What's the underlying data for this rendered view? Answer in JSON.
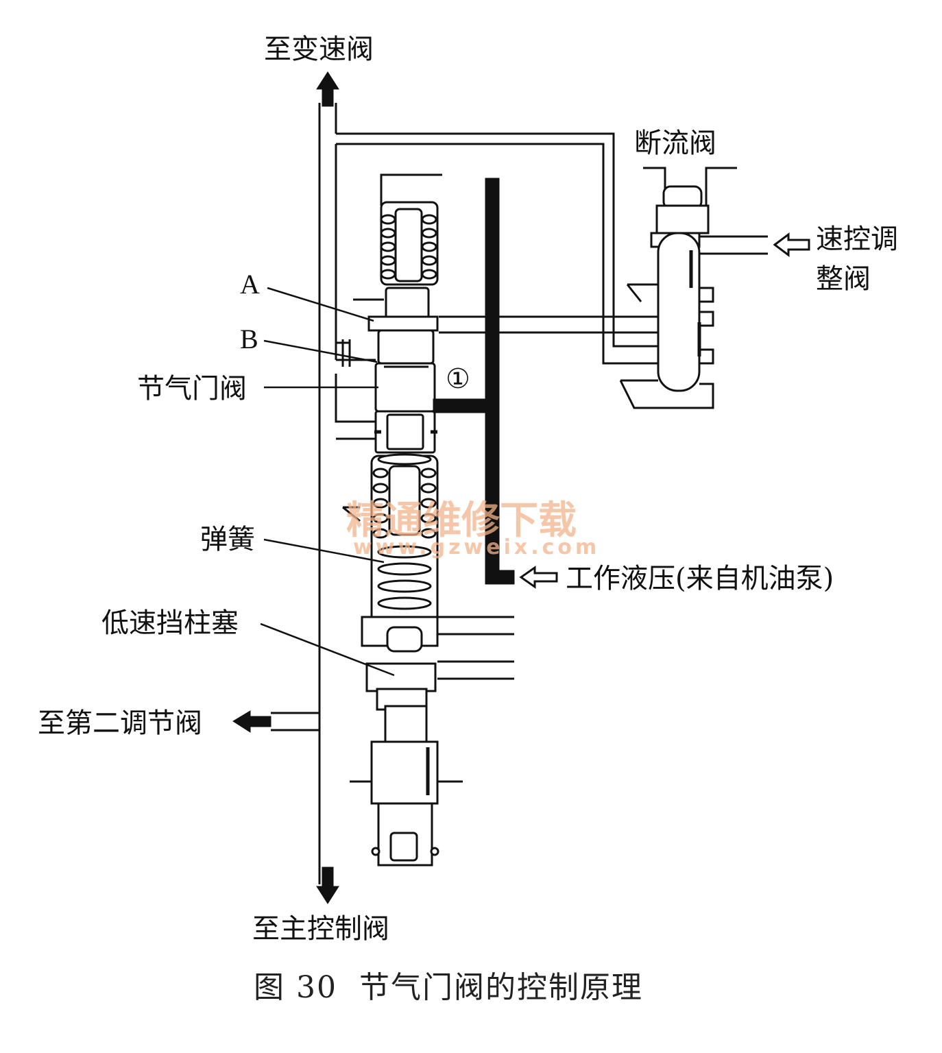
{
  "labels": {
    "to_shift_valve": "至变速阀",
    "cutoff_valve": "断流阀",
    "speed_governor_line1": "速控调",
    "speed_governor_line2": "整阀",
    "point_a": "A",
    "point_b": "B",
    "throttle_valve": "节气门阀",
    "circle_one": "①",
    "spring": "弹簧",
    "work_pressure": "工作液压(来自机油泵)",
    "low_gear_plunger": "低速挡柱塞",
    "to_second_regulator": "至第二调节阀",
    "to_main_control": "至主控制阀"
  },
  "watermark": {
    "line1": "精通维修下载",
    "line2": "www.gzweix.com"
  },
  "caption": "图 30  节气门阀的控制原理",
  "colors": {
    "line": "#111111",
    "watermark": "#f2b48a"
  }
}
